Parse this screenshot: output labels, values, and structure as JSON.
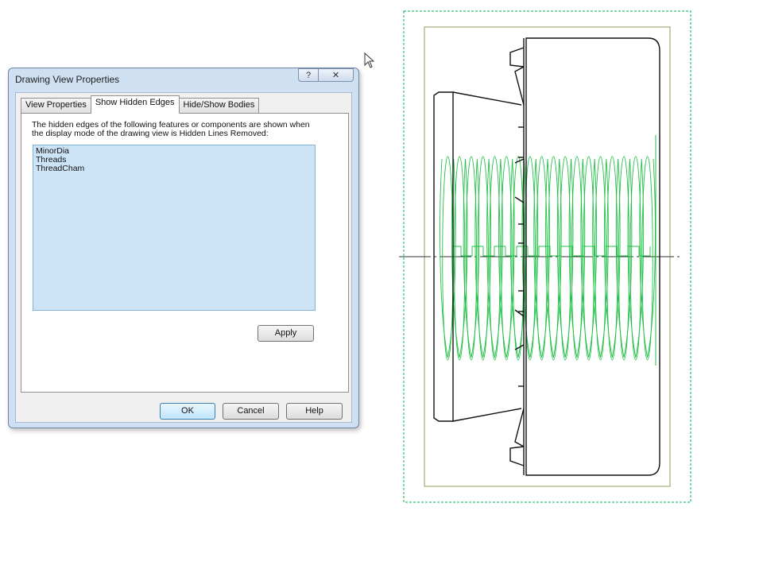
{
  "dialog": {
    "title": "Drawing View Properties",
    "help_glyph": "?",
    "close_glyph": "✕",
    "tabs": [
      {
        "label": "View Properties",
        "active": false
      },
      {
        "label": "Show Hidden Edges",
        "active": true
      },
      {
        "label": "Hide/Show Bodies",
        "active": false
      }
    ],
    "description": "The hidden edges of the following features or components are shown when the display mode of the drawing view is Hidden Lines Removed:",
    "list_items": [
      "MinorDia",
      "Threads",
      "ThreadCham"
    ],
    "apply_label": "Apply",
    "ok_label": "OK",
    "cancel_label": "Cancel",
    "help_label": "Help"
  },
  "colors": {
    "thread_green": "#22c048",
    "list_bg": "#cde4f7",
    "view_border": "#00b050",
    "sheet_border": "#9a9a5a"
  }
}
